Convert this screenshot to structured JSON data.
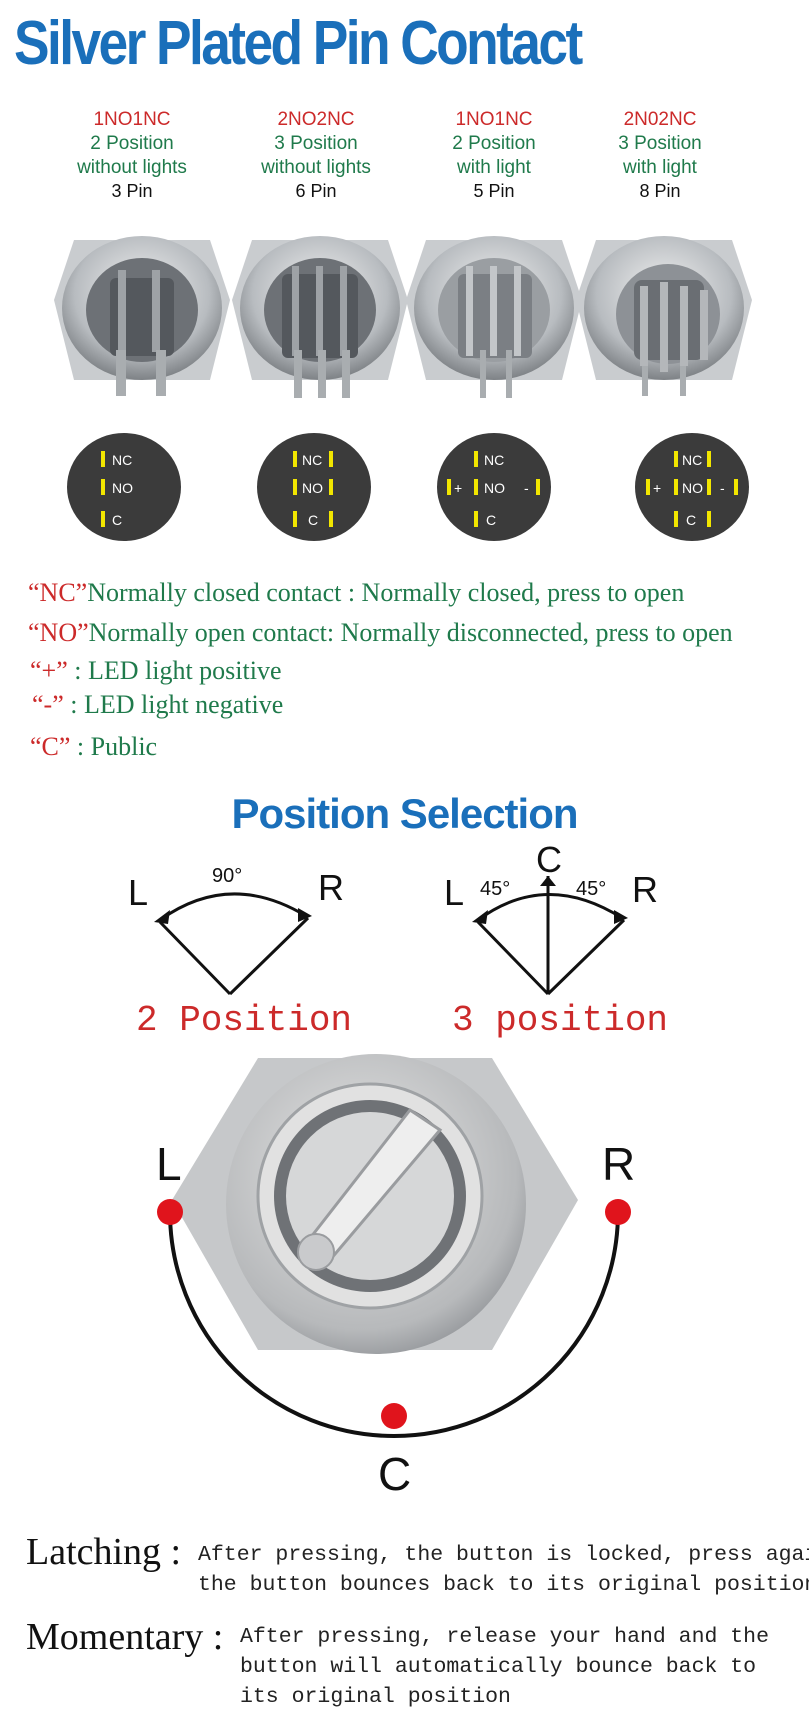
{
  "title": "Silver Plated Pin Contact",
  "variants": [
    {
      "code": "1NO1NC",
      "position": "2 Position",
      "lights": "without lights",
      "pins": "3 Pin"
    },
    {
      "code": "2NO2NC",
      "position": "3 Position",
      "lights": "without lights",
      "pins": "6 Pin"
    },
    {
      "code": "1NO1NC",
      "position": "2 Position",
      "lights": "with light",
      "pins": "5 Pin"
    },
    {
      "code": "2N02NC",
      "position": "3 Position",
      "lights": "with light",
      "pins": "8 Pin"
    }
  ],
  "pin_diagrams": [
    {
      "nc": "NC",
      "no": "NO",
      "c": "C",
      "plus": "",
      "minus": ""
    },
    {
      "nc": "NC",
      "no": "NO",
      "c": "C",
      "plus": "",
      "minus": ""
    },
    {
      "nc": "NC",
      "no": "NO",
      "c": "C",
      "plus": "+",
      "minus": "-"
    },
    {
      "nc": "NC",
      "no": "NO",
      "c": "C",
      "plus": "+",
      "minus": "-"
    }
  ],
  "legend": [
    {
      "key": "“NC”",
      "text": "Normally closed contact : Normally closed, press to open"
    },
    {
      "key": "“NO”",
      "text": "Normally open contact:  Normally disconnected, press to open"
    },
    {
      "key": "“+”",
      "text": " :  LED light positive"
    },
    {
      "key": "“-”",
      "text": " :  LED light negative"
    },
    {
      "key": "“C”",
      "text": " :  Public"
    }
  ],
  "position_selection": {
    "heading": "Position Selection",
    "two": {
      "left": "L",
      "right": "R",
      "angle": "90°",
      "label": "2 Position"
    },
    "three": {
      "left": "L",
      "center": "C",
      "right": "R",
      "angle_left": "45°",
      "angle_right": "45°",
      "label": "3 position"
    }
  },
  "knob_diagram": {
    "left": "L",
    "right": "R",
    "center": "C",
    "dot_color": "#e0141c"
  },
  "modes": [
    {
      "name": "Latching :",
      "lines": [
        "After pressing, the button is locked, press again,",
        "the button bounces back to its original position"
      ]
    },
    {
      "name": "Momentary :",
      "lines": [
        "After pressing, release your hand and the",
        "button will automatically bounce back to",
        "its original position"
      ]
    }
  ],
  "colors": {
    "title_blue": "#1a6fba",
    "text_green": "#1f7a4b",
    "text_red": "#cc2a2a",
    "indicator_yellow": "#f2e600"
  }
}
